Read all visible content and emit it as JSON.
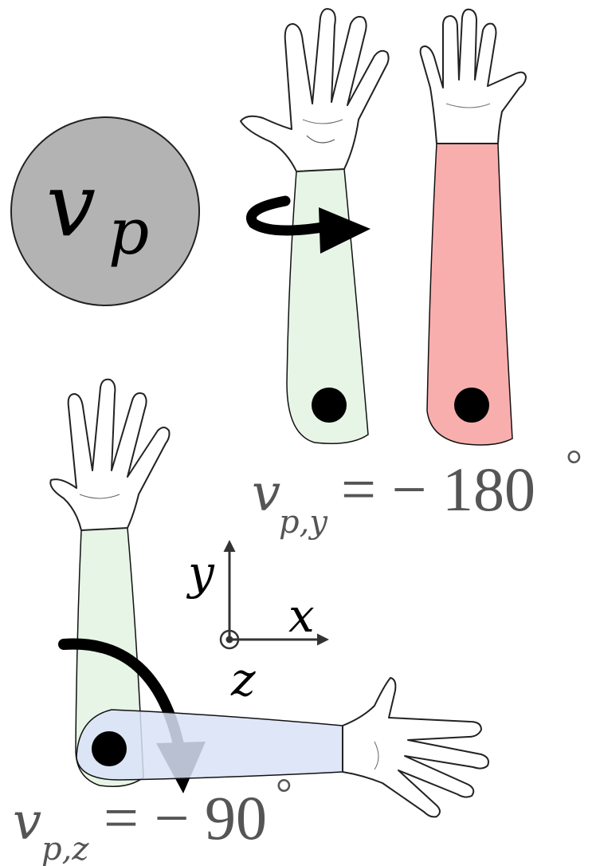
{
  "symbol": {
    "var": "v",
    "sub": "p"
  },
  "equation_y": {
    "var": "v",
    "sub": "p,y",
    "rhs": "= − 180",
    "degree": "°"
  },
  "equation_z": {
    "var": "v",
    "sub": "p,z",
    "rhs": "= − 90",
    "degree": "°"
  },
  "axes": {
    "y_label": "y",
    "x_label": "x",
    "z_label": "z"
  },
  "colors": {
    "circle_fill": "#b3b3b3",
    "forearm_green": "#e6f5e6",
    "forearm_red": "#f9aeae",
    "forearm_blue": "#d9e2f7",
    "outline": "#000000",
    "equation_gray": "#555555"
  }
}
